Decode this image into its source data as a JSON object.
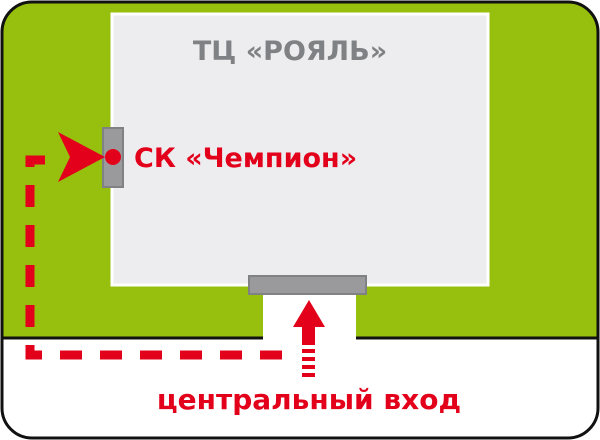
{
  "map": {
    "building_label": "ТЦ «РОЯЛЬ»",
    "destination_label": "СК «Чемпион»",
    "entrance_label": "центральный вход",
    "colors": {
      "grass": "#97bf0d",
      "building": "#ededef",
      "door": "#9a9a9c",
      "route": "#e2001a",
      "label_gray": "#808184",
      "border": "#111111"
    }
  }
}
